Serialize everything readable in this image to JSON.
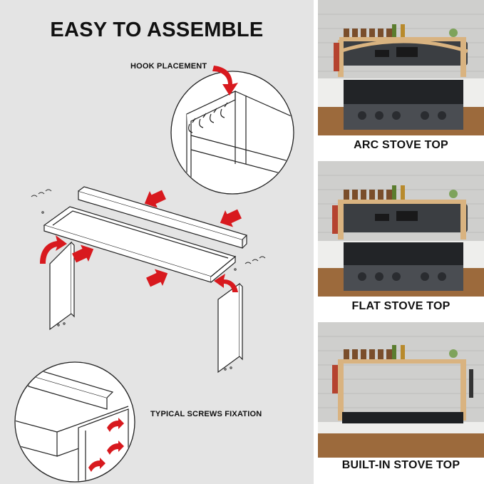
{
  "title": "EASY TO ASSEMBLE",
  "callouts": {
    "hook": "HOOK PLACEMENT",
    "screws": "TYPICAL SCREWS FIXATION"
  },
  "panels": [
    {
      "id": "arc",
      "caption": "ARC STOVE TOP"
    },
    {
      "id": "flat",
      "caption": "FLAT STOVE TOP"
    },
    {
      "id": "builtin",
      "caption": "BUILT-IN STOVE TOP"
    }
  ],
  "colors": {
    "accent": "#d8191e",
    "left_bg": "#e4e4e4",
    "wood": "#d9b380",
    "stove": "#4a4d52"
  }
}
